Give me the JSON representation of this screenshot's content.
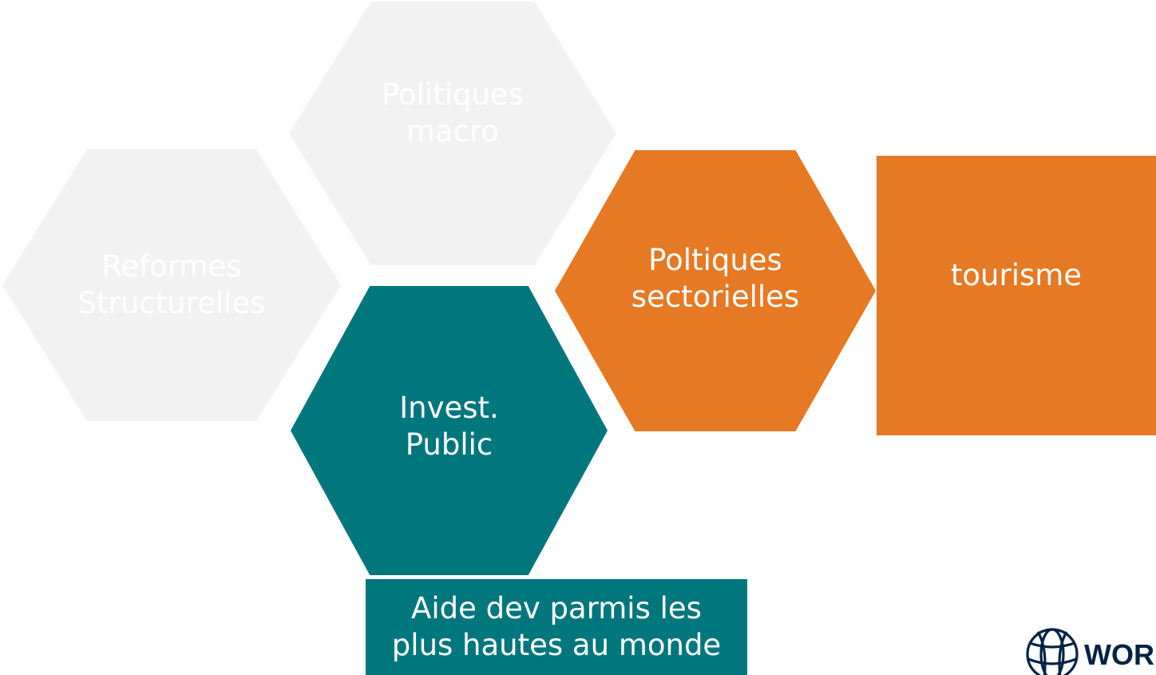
{
  "hexagons": {
    "macro": {
      "line1": "Politiques",
      "line2": "macro"
    },
    "reformes": {
      "line1": "Reformes",
      "line2": "Structurelles"
    },
    "invest": {
      "line1": "Invest.",
      "line2": "Public"
    },
    "sectorielles": {
      "line1": "Poltiques",
      "line2": "sectorielles"
    }
  },
  "tourisme": {
    "label": "tourisme"
  },
  "aide": {
    "line1": "Aide dev parmis les",
    "line2": "plus hautes au monde"
  },
  "logo": {
    "text": "WORL",
    "icon": "globe-icon"
  },
  "colors": {
    "gray": "#f2f2f2",
    "teal": "#00767d",
    "orange": "#e67924",
    "logo": "#002244"
  }
}
